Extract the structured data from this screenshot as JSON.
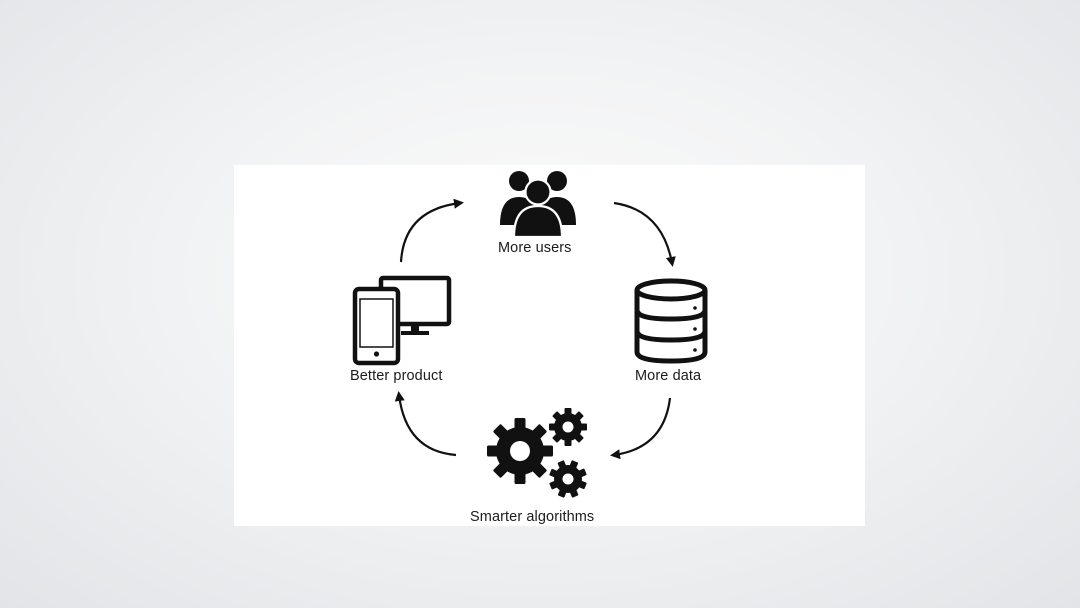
{
  "diagram": {
    "nodes": [
      {
        "id": "users",
        "label": "More users",
        "icon": "users-group-icon"
      },
      {
        "id": "data",
        "label": "More data",
        "icon": "database-icon"
      },
      {
        "id": "algorithms",
        "label": "Smarter algorithms",
        "icon": "gears-icon"
      },
      {
        "id": "product",
        "label": "Better product",
        "icon": "devices-icon"
      }
    ],
    "edges": [
      {
        "from": "users",
        "to": "data"
      },
      {
        "from": "data",
        "to": "algorithms"
      },
      {
        "from": "algorithms",
        "to": "product"
      },
      {
        "from": "product",
        "to": "users"
      }
    ],
    "colors": {
      "background": "#ffffff",
      "foreground": "#111111",
      "slide_background": "#eceef0"
    }
  }
}
